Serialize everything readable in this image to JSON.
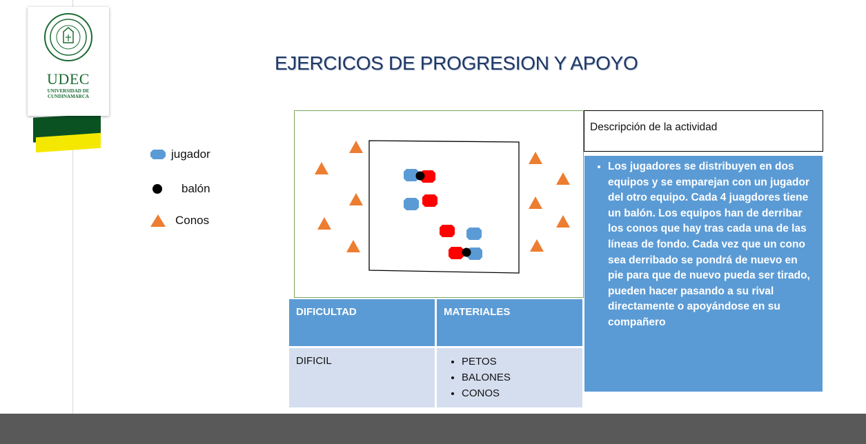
{
  "logo": {
    "title": "UDEC",
    "subtitle_line1": "UNIVERSIDAD DE",
    "subtitle_line2": "CUNDINAMARCA"
  },
  "slide": {
    "title": "EJERCICOS DE PROGRESION Y APOYO"
  },
  "legend": [
    {
      "label": "jugador",
      "icon": "player-icon",
      "color": "#5b9bd5"
    },
    {
      "label": "balón",
      "icon": "ball-icon",
      "color": "#000000"
    },
    {
      "label": "Conos",
      "icon": "cone-icon",
      "color": "#ed7d31"
    }
  ],
  "colors": {
    "team_a": "#5b9bd5",
    "team_b": "#ff0000",
    "cone": "#ed7d31",
    "panel": "#5b9bd5",
    "table_body": "#d5deef",
    "footer": "#595959"
  },
  "description": {
    "header": "Descripción de la actividad",
    "body": "Los jugadores se distribuyen en dos equipos y se emparejan con un jugador del otro equipo. Cada 4 juagdores tiene un balón. Los equipos han de derribar los conos que hay tras cada una de las líneas de fondo. Cada vez que un cono sea derribado se pondrá de nuevo en pie para que de nuevo pueda ser tirado, pueden hacer pasando a su rival directamente o apoyándose en su compañero"
  },
  "table": {
    "headers": [
      "DIFICULTAD",
      "MATERIALES"
    ],
    "difficulty": "DIFICIL",
    "materials": [
      "PETOS",
      "BALONES",
      "CONOS"
    ]
  }
}
